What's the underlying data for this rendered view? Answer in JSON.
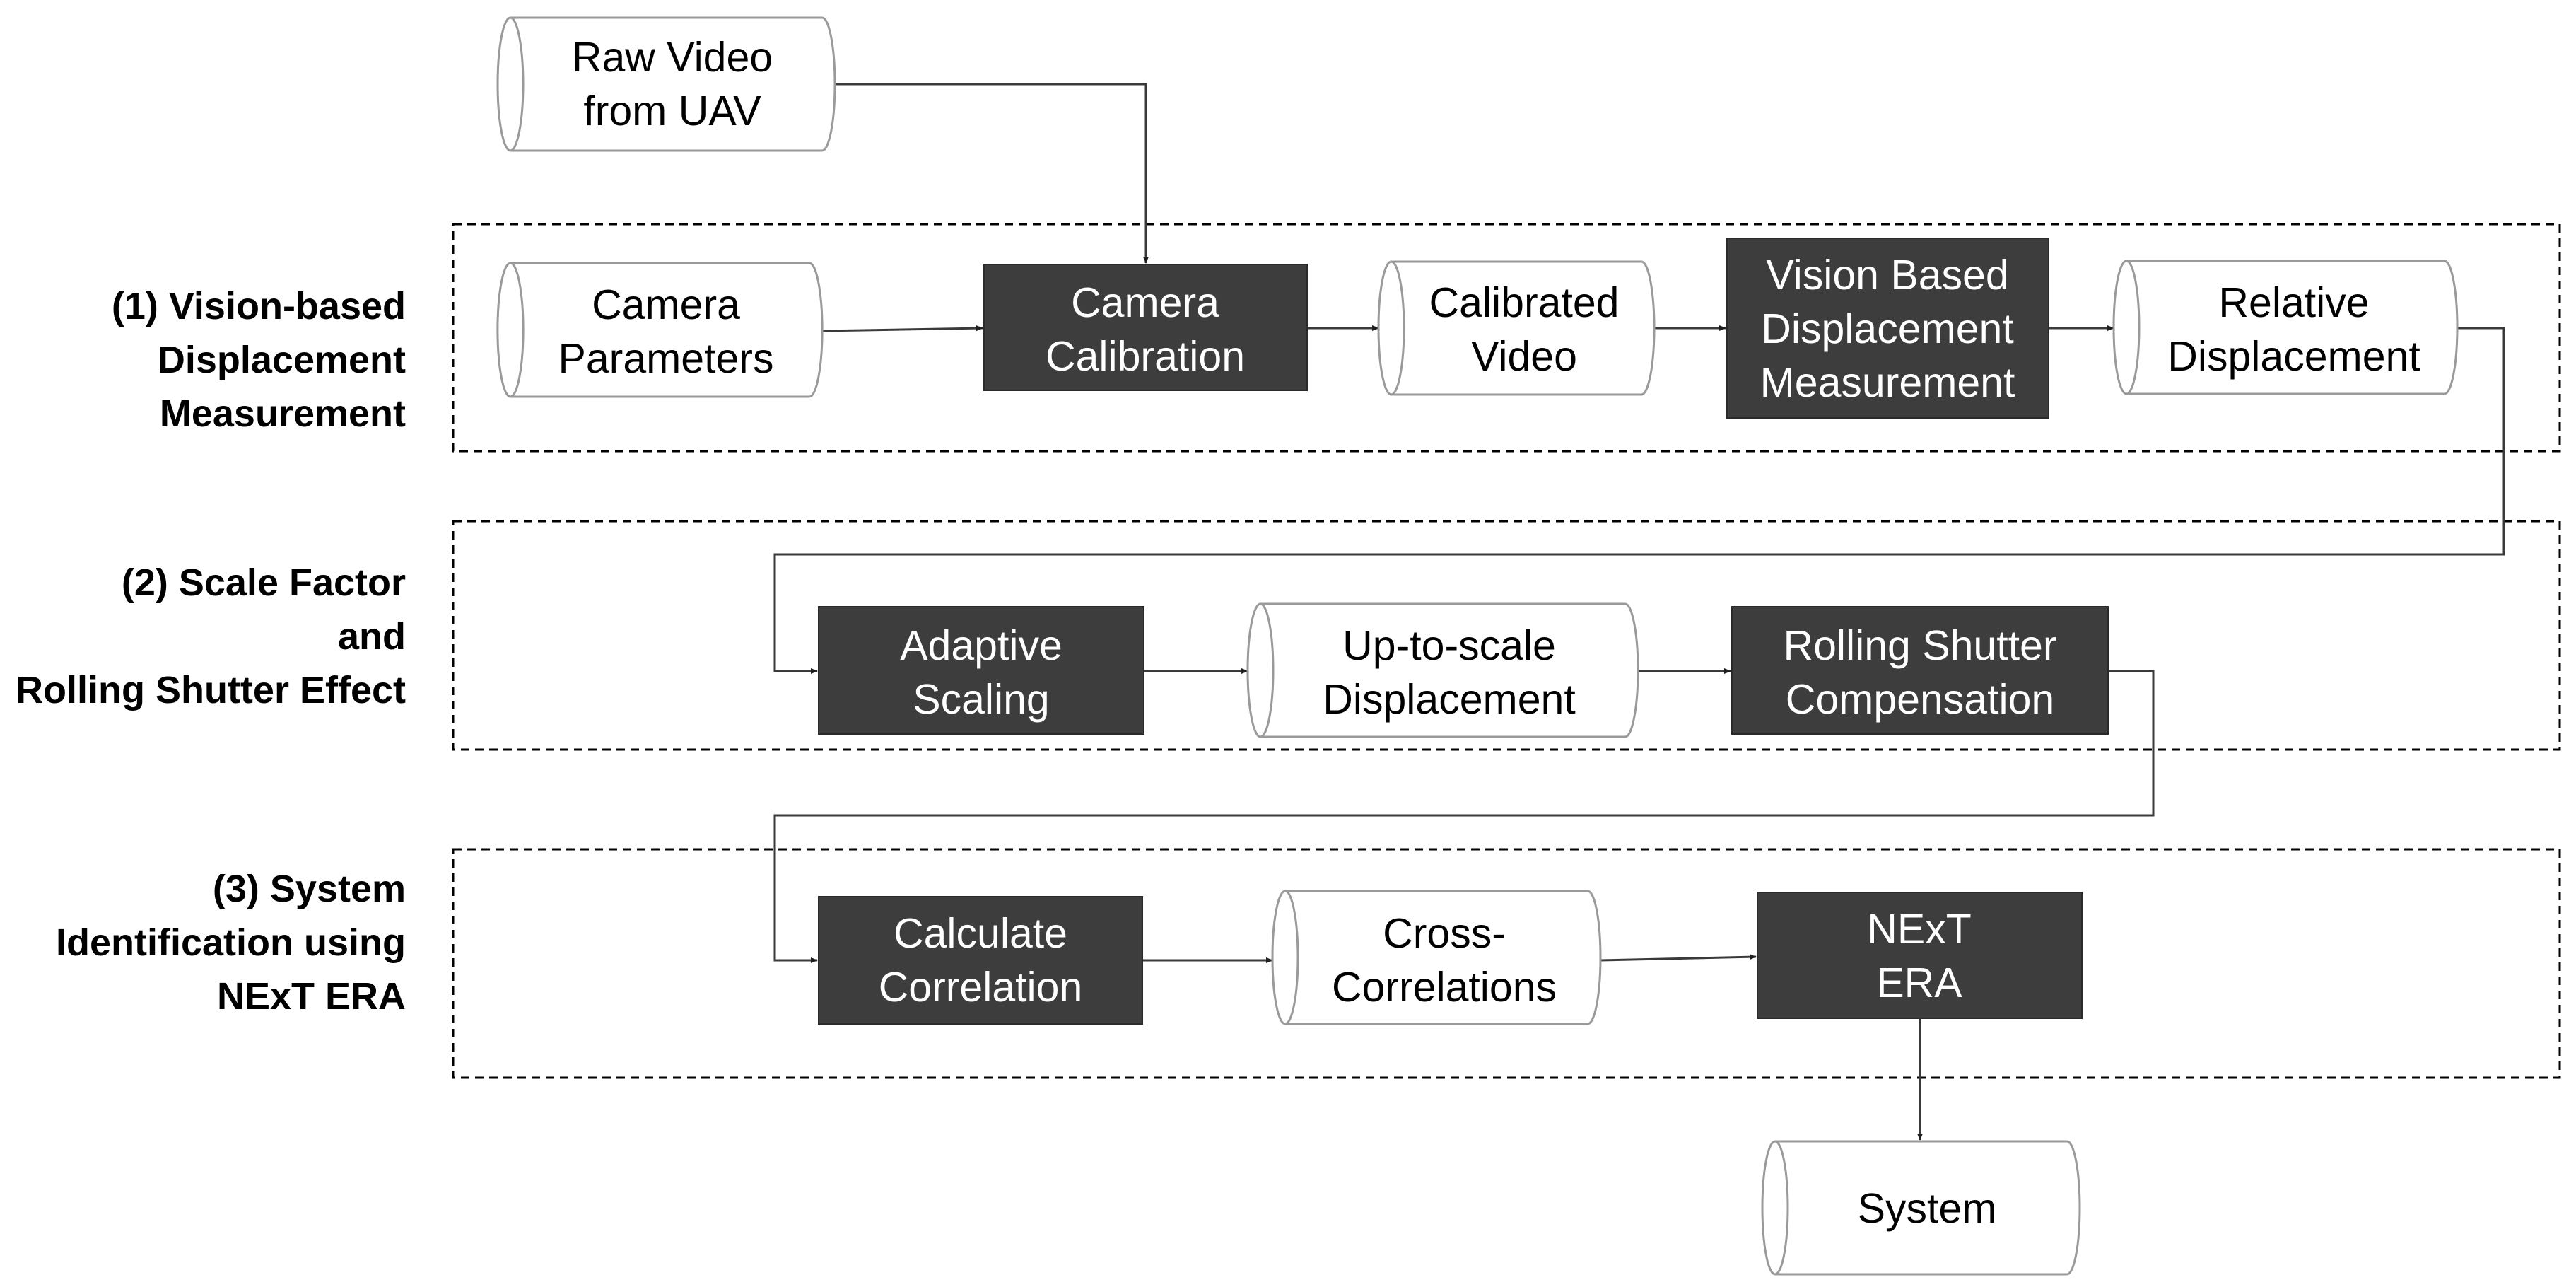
{
  "colors": {
    "process_fill": "#3d3d3d",
    "process_text": "#ffffff",
    "data_stroke": "#9a9a9a",
    "connector": "#3a3a3a",
    "stage_border": "#000000"
  },
  "stages": [
    {
      "id": "stage-1",
      "label_lines": [
        "(1)  Vision-based",
        "Displacement",
        "Measurement"
      ]
    },
    {
      "id": "stage-2",
      "label_lines": [
        "(2) Scale Factor",
        "and",
        "Rolling Shutter Effect"
      ]
    },
    {
      "id": "stage-3",
      "label_lines": [
        "(3) System",
        "Identification using",
        "NExT ERA"
      ]
    }
  ],
  "nodes": {
    "raw_video": {
      "type": "data",
      "lines": [
        "Raw Video",
        "from UAV"
      ]
    },
    "camera_parameters": {
      "type": "data",
      "lines": [
        "Camera",
        "Parameters"
      ]
    },
    "camera_calibration": {
      "type": "process",
      "lines": [
        "Camera",
        "Calibration"
      ]
    },
    "calibrated_video": {
      "type": "data",
      "lines": [
        "Calibrated",
        "Video"
      ]
    },
    "vision_based_displacement": {
      "type": "process",
      "lines": [
        "Vision Based",
        "Displacement",
        "Measurement"
      ]
    },
    "relative_displacement": {
      "type": "data",
      "lines": [
        "Relative",
        "Displacement"
      ]
    },
    "adaptive_scaling": {
      "type": "process",
      "lines": [
        "Adaptive",
        "Scaling"
      ]
    },
    "up_to_scale_displacement": {
      "type": "data",
      "lines": [
        "Up-to-scale",
        "Displacement"
      ]
    },
    "rolling_shutter_compensation": {
      "type": "process",
      "lines": [
        "Rolling Shutter",
        "Compensation"
      ]
    },
    "calculate_correlation": {
      "type": "process",
      "lines": [
        "Calculate",
        "Correlation"
      ]
    },
    "cross_correlations": {
      "type": "data",
      "lines": [
        "Cross-",
        "Correlations"
      ]
    },
    "next_era": {
      "type": "process",
      "lines": [
        "NExT",
        "ERA"
      ]
    },
    "system": {
      "type": "data",
      "lines": [
        "System"
      ]
    }
  },
  "edges": [
    [
      "raw_video",
      "camera_calibration"
    ],
    [
      "camera_parameters",
      "camera_calibration"
    ],
    [
      "camera_calibration",
      "calibrated_video"
    ],
    [
      "calibrated_video",
      "vision_based_displacement"
    ],
    [
      "vision_based_displacement",
      "relative_displacement"
    ],
    [
      "relative_displacement",
      "adaptive_scaling"
    ],
    [
      "adaptive_scaling",
      "up_to_scale_displacement"
    ],
    [
      "up_to_scale_displacement",
      "rolling_shutter_compensation"
    ],
    [
      "rolling_shutter_compensation",
      "calculate_correlation"
    ],
    [
      "calculate_correlation",
      "cross_correlations"
    ],
    [
      "cross_correlations",
      "next_era"
    ],
    [
      "next_era",
      "system"
    ]
  ]
}
